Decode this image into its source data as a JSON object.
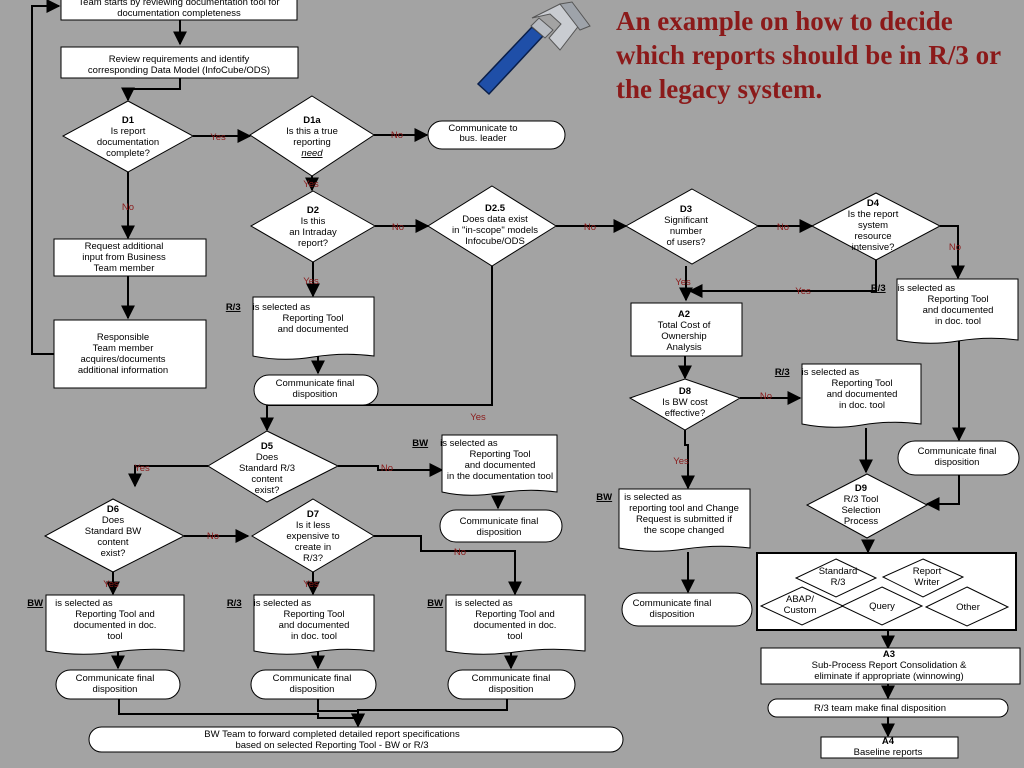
{
  "title": "An example on how to decide which reports should be in R/3 or the legacy system.",
  "labels": {
    "yes": "Yes",
    "no": "No"
  },
  "nodes": {
    "start": [
      "Team starts by reviewing documentation tool for",
      "documentation  completeness"
    ],
    "review": [
      "Review requirements and identify",
      "corresponding Data Model (InfoCube/ODS)"
    ],
    "d1": [
      "D1",
      "Is report",
      "documentation",
      "complete?"
    ],
    "d1a": [
      "D1a",
      "Is this a true",
      "reporting",
      "need"
    ],
    "comm_leader": [
      "Communicate to",
      "bus. leader"
    ],
    "request_input": [
      "Request additional",
      "input from Business",
      "Team member"
    ],
    "responsible": [
      "Responsible",
      "Team member",
      "acquires/documents",
      "additional information"
    ],
    "d2": [
      "D2",
      "Is this",
      "an Intraday",
      "report?"
    ],
    "d25": [
      "D2.5",
      "Does data exist",
      "in \"in-scope\" models",
      "Infocube/ODS"
    ],
    "d3": [
      "D3",
      "Significant",
      "number",
      "of users?"
    ],
    "d4": [
      "D4",
      "Is the report",
      "system",
      "resource",
      "intensive?"
    ],
    "r3_intraday": [
      "R/3",
      "is selected as",
      "Reporting Tool",
      "and documented"
    ],
    "final_intraday": [
      "Communicate final",
      "disposition"
    ],
    "r3_d4": [
      "R/3",
      "is selected as",
      "Reporting Tool",
      "and documented",
      "in doc. tool"
    ],
    "final_d4": [
      "Communicate final",
      "disposition"
    ],
    "a2": [
      "A2",
      "Total Cost of",
      "Ownership",
      "Analysis"
    ],
    "d8": [
      "D8",
      "Is BW cost",
      "effective?"
    ],
    "r3_d8": [
      "R/3",
      "is selected as",
      "Reporting Tool",
      "and documented",
      "in doc. tool"
    ],
    "bw_d8": [
      "BW",
      "is selected as",
      "reporting tool and Change",
      "Request is submitted if",
      "the scope changed"
    ],
    "final_d8": [
      "Communicate final",
      "disposition"
    ],
    "d9": [
      "D9",
      "R/3 Tool",
      "Selection",
      "Process"
    ],
    "opt_standard": [
      "Standard",
      "R/3"
    ],
    "opt_writer": [
      "Report",
      "Writer"
    ],
    "opt_abap": [
      "ABAP/",
      "Custom"
    ],
    "opt_query": [
      "Query"
    ],
    "opt_other": [
      "Other"
    ],
    "a3": [
      "A3",
      "Sub-Process Report Consolidation &",
      "eliminate if appropriate (winnowing)"
    ],
    "r3_final": [
      "R/3 team make final disposition"
    ],
    "a4": [
      "A4",
      "Baseline reports"
    ],
    "d5": [
      "D5",
      "Does",
      "Standard R/3",
      "content",
      "exist?"
    ],
    "bw_d5": [
      "BW",
      "is selected as",
      "Reporting Tool",
      "and documented",
      "in the documentation tool"
    ],
    "final_d5": [
      "Communicate final",
      "disposition"
    ],
    "d6": [
      "D6",
      "Does",
      "Standard BW",
      "content",
      "exist?"
    ],
    "d7": [
      "D7",
      "Is it less",
      "expensive to",
      "create in",
      "R/3?"
    ],
    "bw_d6": [
      "BW",
      "is selected as",
      "Reporting Tool and",
      "documented in doc.",
      "tool"
    ],
    "r3_d7": [
      "R/3",
      "is selected as",
      "Reporting Tool",
      "and documented",
      "in doc. tool"
    ],
    "bw_d7": [
      "BW",
      "is selected as",
      "Reporting Tool and",
      "documented in doc.",
      "tool"
    ],
    "final_1": [
      "Communicate final",
      "disposition"
    ],
    "final_2": [
      "Communicate final",
      "disposition"
    ],
    "final_3": [
      "Communicate final",
      "disposition"
    ],
    "forward": [
      "BW Team to forward completed detailed report specifications",
      "based on selected Reporting Tool -  BW or R/3"
    ]
  },
  "decision_labels": [
    {
      "id": "lbl-d1-yes",
      "text": "Yes"
    },
    {
      "id": "lbl-d1a-no",
      "text": "No"
    },
    {
      "id": "lbl-d1-no",
      "text": "No"
    },
    {
      "id": "lbl-d1a-yes",
      "text": "Yes"
    },
    {
      "id": "lbl-d2-no",
      "text": "No"
    },
    {
      "id": "lbl-d25-no",
      "text": "No"
    },
    {
      "id": "lbl-d3-no",
      "text": "No"
    },
    {
      "id": "lbl-d4-no",
      "text": "No"
    },
    {
      "id": "lbl-d2-yes",
      "text": "Yes"
    },
    {
      "id": "lbl-d3-yes",
      "text": "Yes"
    },
    {
      "id": "lbl-d4-yes",
      "text": "Yes"
    },
    {
      "id": "lbl-d8-no",
      "text": "No"
    },
    {
      "id": "lbl-d8-yes",
      "text": "Yes"
    },
    {
      "id": "lbl-d25-yes",
      "text": "Yes"
    },
    {
      "id": "lbl-d5-yes",
      "text": "Yes"
    },
    {
      "id": "lbl-d5-no",
      "text": "No"
    },
    {
      "id": "lbl-d6-no",
      "text": "No"
    },
    {
      "id": "lbl-d7-no",
      "text": "No"
    },
    {
      "id": "lbl-d6-yes",
      "text": "Yes"
    },
    {
      "id": "lbl-d7-yes",
      "text": "Yes"
    }
  ],
  "colors": {
    "background": "#a3a3a3",
    "title": "#8b1a1a",
    "label": "#8b1a1a"
  },
  "icons": {
    "hammer": "hammer-icon"
  }
}
